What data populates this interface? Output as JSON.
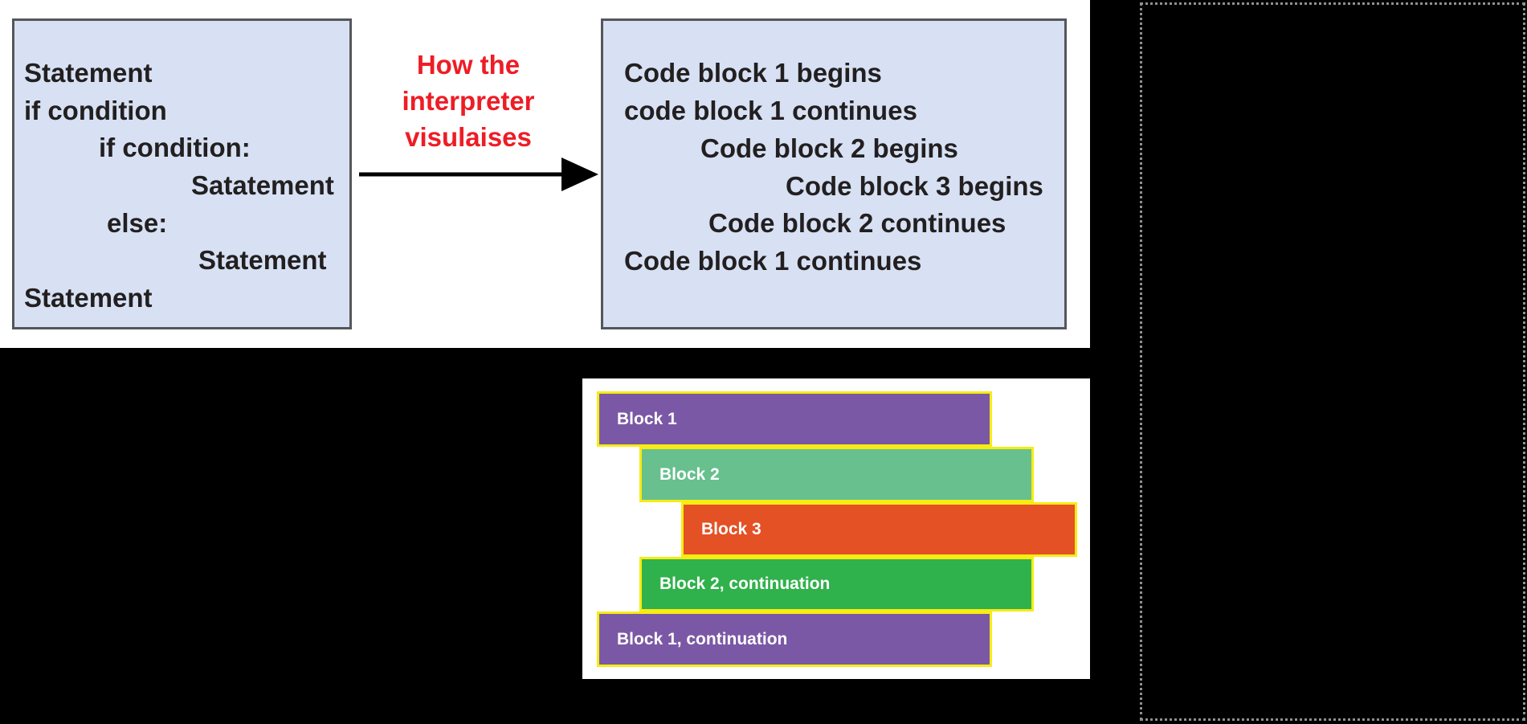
{
  "colors": {
    "page_bg": "#000000",
    "panel_bg": "#ffffff",
    "code_box_fill": "#d7e1f3",
    "code_box_border": "#55565b",
    "code_text": "#231f20",
    "arrow_label_red": "#ee1c25",
    "arrow_black": "#000000",
    "bar_border_yellow": "#f7ec13",
    "bar_label_white": "#ffffff",
    "dotted_border_gray": "#909090"
  },
  "source_box": {
    "lines": [
      {
        "text": "Statement",
        "indent_level": 0
      },
      {
        "text": "if condition",
        "indent_level": 0
      },
      {
        "text": "if condition:",
        "indent_level": 1
      },
      {
        "text": "Satatement",
        "indent_level": 2
      },
      {
        "text": "else:",
        "indent_level": 1
      },
      {
        "text": "Statement",
        "indent_level": 2
      },
      {
        "text": "Statement",
        "indent_level": 0
      }
    ]
  },
  "arrow_label": {
    "line1": "How the",
    "line2": "interpreter",
    "line3": "visulaises"
  },
  "result_box": {
    "lines": [
      {
        "text": "Code block 1 begins",
        "indent_level": 0
      },
      {
        "text": "code block 1 continues",
        "indent_level": 0
      },
      {
        "text": "Code block 2 begins",
        "indent_level": 1
      },
      {
        "text": "Code block 3 begins",
        "indent_level": 2
      },
      {
        "text": "Code block 2 continues",
        "indent_level": 1
      },
      {
        "text": "Code block 1 continues",
        "indent_level": 0
      }
    ]
  },
  "blocks_panel": {
    "bars": [
      {
        "label": "Block 1",
        "color": "#7b58a5"
      },
      {
        "label": "Block 2",
        "color": "#67c08e"
      },
      {
        "label": "Block 3",
        "color": "#e45124"
      },
      {
        "label": "Block 2, continuation",
        "color": "#2fb14c"
      },
      {
        "label": "Block 1, continuation",
        "color": "#7b58a5"
      }
    ]
  }
}
